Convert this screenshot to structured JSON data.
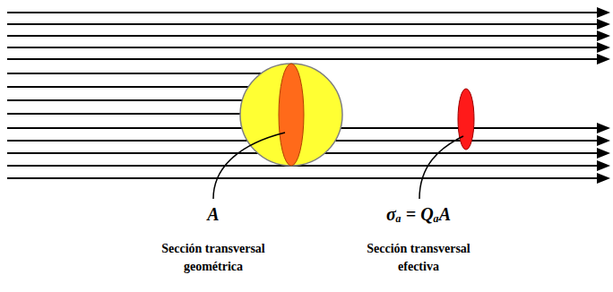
{
  "diagram": {
    "labels": [
      "A",
      "σₐ = QₐA",
      "Sección transversal geométrica",
      "Sección transversal efectiva"
    ]
  }
}
